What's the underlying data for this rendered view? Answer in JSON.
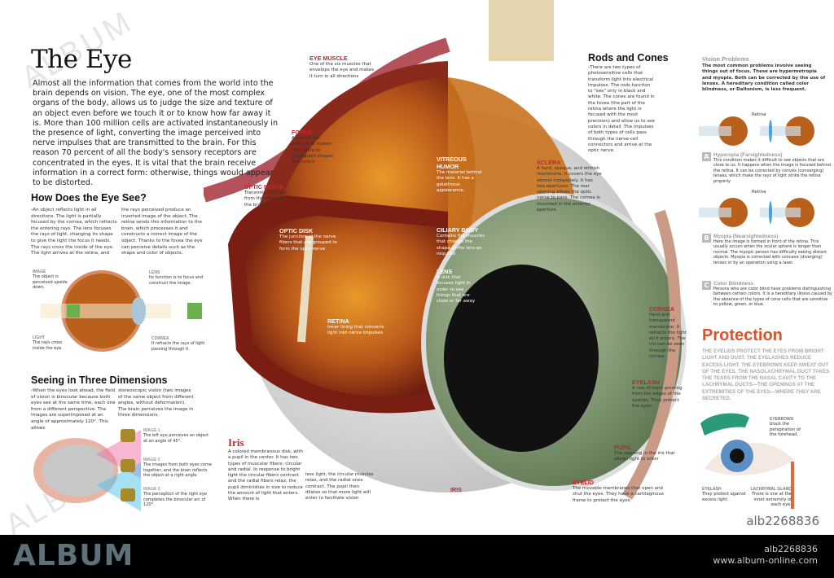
{
  "title": "The Eye",
  "intro": "Almost all the information that comes from the world into the brain depends on vision. The eye, one of the most complex organs of the body, allows us to judge the size and texture of an object even before we touch it or to know how far away it is. More than 100 million cells are activated instantaneously in the presence of light, converting the image perceived into nerve impulses that are transmitted to the brain. For this reason 70 percent of all the body's sensory receptors are concentrated in the eyes. It is vital that the brain receive information in a correct form: otherwise, things would appear to be distorted.",
  "how": {
    "heading": "How Does the Eye See?",
    "col1": "›An object reflects light in all directions. The light is partially focused by the cornea, which refracts the entering rays. The lens focuses the rays of light, changing its shape to give the light the focus it needs. The rays cross the inside of the eye. The light arrives at the retina, and",
    "col2": "the rays perceived produce an inverted image of the object. The retina sends this information to the brain, which processes it and constructs a correct image of the object. Thanks to the fovea the eye can perceive details such as the shape and color of objects.",
    "labels": [
      {
        "title": "Image",
        "text": "The object is perceived upside down."
      },
      {
        "title": "Lens",
        "text": "Its function is to focus and construct the image."
      },
      {
        "title": "Light",
        "text": "The rays cross inside the eye."
      },
      {
        "title": "Cornea",
        "text": "It refracts the rays of light passing through it."
      }
    ]
  },
  "three_d": {
    "heading": "Seeing in Three Dimensions",
    "col1": "›When the eyes look ahead, the field of vision is binocular because both eyes see at the same time, each one from a different perspective. The images are superimposed at an angle of approximately 120°. This allows",
    "col2": "stereoscopic vision (two images of the same object from different angles, without deformation). The brain perceives the image in three dimensions.",
    "images": [
      {
        "title": "Image 1",
        "text": "The left eye perceives an object at an angle of 45°."
      },
      {
        "title": "Image 2",
        "text": "The images from both eyes come together, and the brain reflects the object at a right angle."
      },
      {
        "title": "Image 3",
        "text": "The perception of the right eye completes the binocular arc of 120°."
      }
    ]
  },
  "iris": {
    "heading": "Iris",
    "col1": "A colored membranous disk, with a pupil in the center. It has two types of muscular fibers: circular and radial. In response to bright light the circular fibers contract and the radial fibers relax; the pupil diminishes in size to reduce the amount of light that enters. When there is",
    "col2": "less light, the circular muscles relax, and the radial ones contract. The pupil then dilates so that more light will enter to facilitate vision."
  },
  "parts": {
    "eye_muscle": {
      "title": "Eye Muscle",
      "text": "One of the six muscles that envelops the eye and makes it turn in all directions"
    },
    "fovea": {
      "title": "Fovea",
      "text": "A part of the retina that makes it possible to distinguish shapes and colors"
    },
    "optic_nerve": {
      "title": "Optic Nerve",
      "text": "Transmits impulses from the retina to the brain"
    },
    "optic_disk": {
      "title": "Optic Disk",
      "text": "The junction of the nerve fibers that are grouped to form the optic nerve"
    },
    "retina": {
      "title": "Retina",
      "text": "Inner lining that converts light into nerve impulses"
    },
    "vitreous": {
      "title": "Vitreous Humor",
      "text": "The material behind the lens. It has a gelatinous appearance."
    },
    "ciliary": {
      "title": "Ciliary Body",
      "text": "Contains the muscles that change the shape of the lens as required"
    },
    "lens": {
      "title": "Lens",
      "text": "A disk that focuses light in order to see things that are close or far away"
    },
    "sclera": {
      "title": "Sclera",
      "text": "A hard, opaque, and whitish membrane. It covers the eye almost completely. It has two apertures. The rear opening allows the optic nerve to pass. The cornea is mounted in the anterior aperture."
    },
    "cornea": {
      "title": "Cornea",
      "text": "Hard and transparent membrane. It refracts the light as it enters. The iris can be seen through the cornea."
    },
    "eyelash": {
      "title": "Eyelash",
      "text": "A row of hairs growing from the edges of the eyelids. They protect the eyes."
    },
    "pupil": {
      "title": "Pupil",
      "text": "The opening in the iris that allows light to enter"
    },
    "eyelid": {
      "title": "Eyelid",
      "text": "The movable membranes that open and shut the eyes. They have a cartilaginous frame to protect the eyes."
    },
    "iris": {
      "title": "Iris"
    }
  },
  "rods": {
    "heading": "Rods and Cones",
    "text": "›There are two types of photosensitive cells that transform light into electrical impulses. The rods function to \"see\" only in black and white. The cones are found in the fovea (the part of the retina where the light is focused with the most precision) and allow us to see colors in detail. The impulses of both types of cells pass through the nerve-cell connectors and arrive at the optic nerve."
  },
  "vision": {
    "heading": "Vision Problems",
    "text": "The most common problems involve seeing things out of focus. These are hypermetropia and myopia. Both can be corrected by the use of lenses. A hereditary condition called color blindness, or Daltonism, is less frequent.",
    "retina_label": "Retina",
    "items": [
      {
        "badge": "A",
        "title": "Hyperopia (Farsightedness)",
        "text": "This condition makes it difficult to see objects that are close to us. It happens when the image is focused behind the retina. It can be corrected by convex (converging) lenses, which make the rays of light strike the retina properly."
      },
      {
        "badge": "B",
        "title": "Myopia (Nearsightedness)",
        "text": "Here the image is formed in front of the retina. This usually occurs when the ocular sphere is longer than normal. The myopic person has difficulty seeing distant objects. Myopia is corrected with concave (diverging) lenses or by an operation using a laser."
      },
      {
        "badge": "C",
        "title": "Color Blindness",
        "text": "Persons who are color blind have problems distinguishing between certain colors. It is a hereditary illness caused by the absence of the types of cone cells that are sensitive to yellow, green, or blue."
      }
    ]
  },
  "protection": {
    "heading": "Protection",
    "text": "The eyelids protect the eyes from bright light and dust. The eyelashes reduce excess light. The eyebrows keep sweat out of the eyes. The nasolachrymal duct takes the tears from the nasal cavity to the lachrymal ducts—the openings at the extremities of the eyes—where they are secreted.",
    "labels": [
      {
        "title": "Eyebrows",
        "text": "block the perspiration of the forehead."
      },
      {
        "title": "Eyelash",
        "text": "They protect against excess light."
      },
      {
        "title": "Lachrymal Gland",
        "text": "There is one at the inner extremity of each eye."
      }
    ]
  },
  "watermark": "ALBUM",
  "image_id": "alb2268836",
  "footer": {
    "logo": "ALBUM",
    "id": "alb2268836",
    "url": "www.album-online.com"
  }
}
